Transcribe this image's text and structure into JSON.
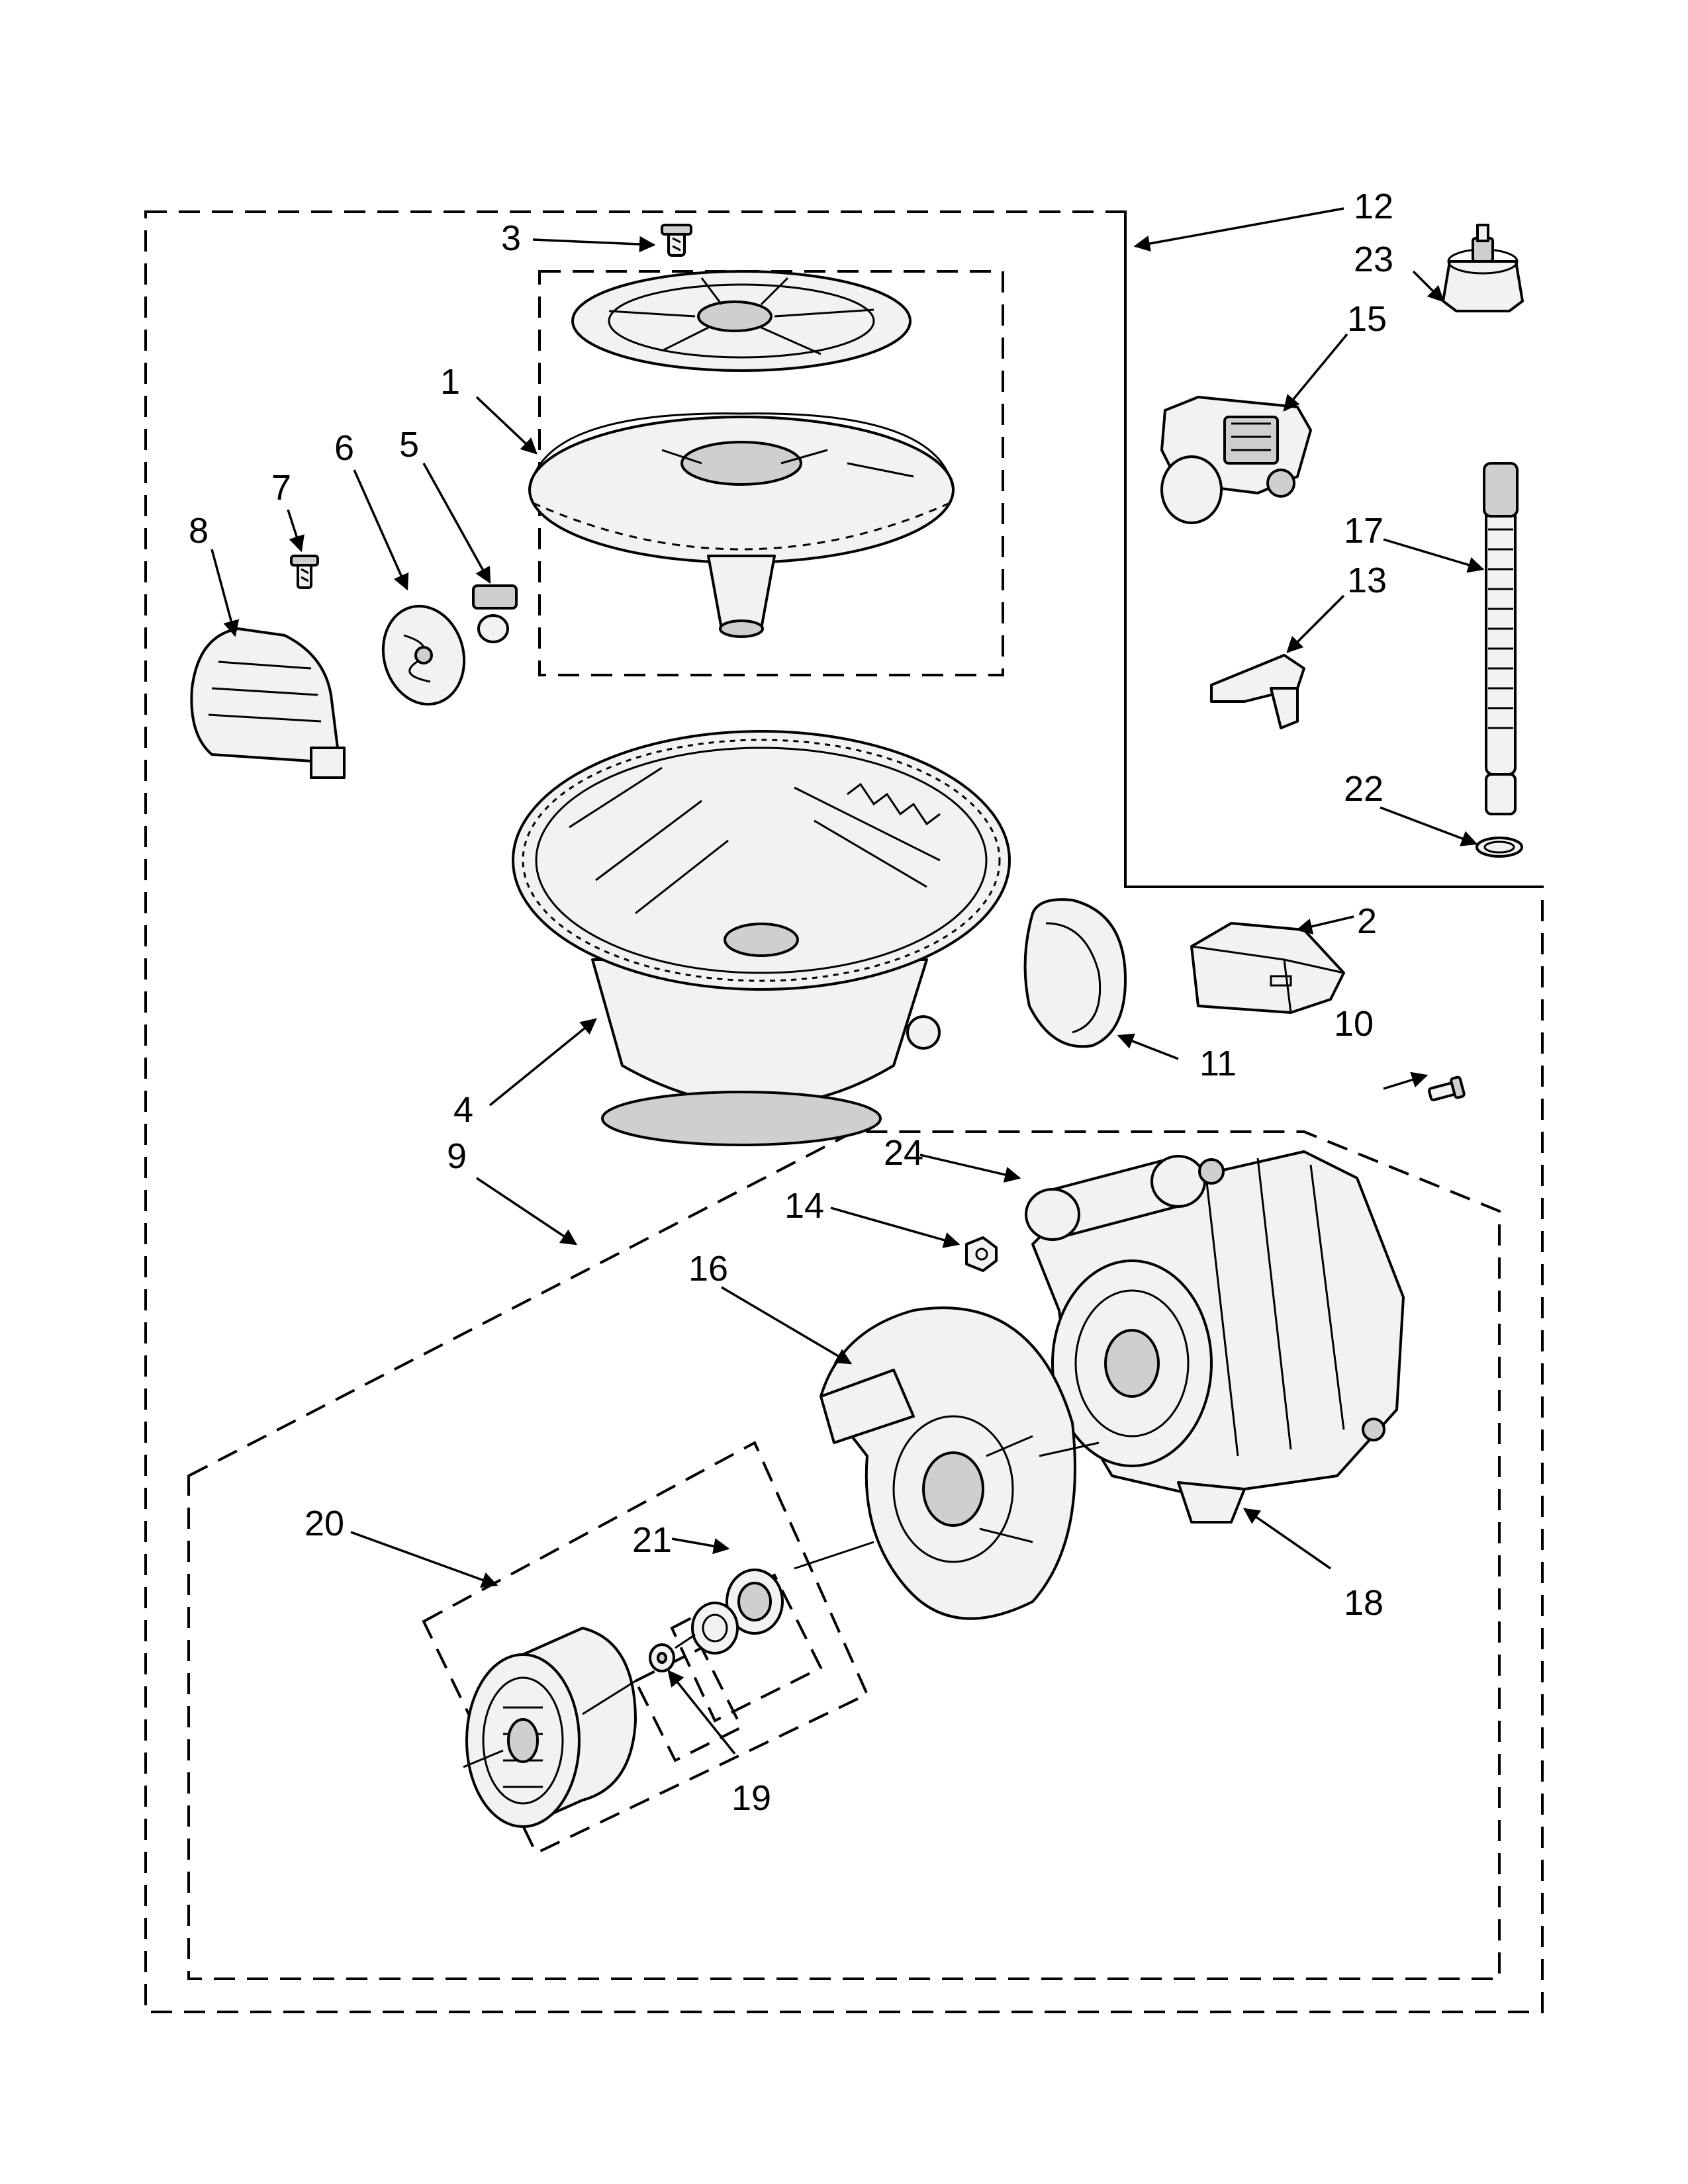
{
  "labels": [
    {
      "id": "1",
      "text": "1"
    },
    {
      "id": "2",
      "text": "2"
    },
    {
      "id": "3",
      "text": "3"
    },
    {
      "id": "4",
      "text": "4"
    },
    {
      "id": "5",
      "text": "5"
    },
    {
      "id": "6",
      "text": "6"
    },
    {
      "id": "7",
      "text": "7"
    },
    {
      "id": "8",
      "text": "8"
    },
    {
      "id": "9",
      "text": "9"
    },
    {
      "id": "10",
      "text": "10"
    },
    {
      "id": "11",
      "text": "11"
    },
    {
      "id": "12",
      "text": "12"
    },
    {
      "id": "13",
      "text": "13"
    },
    {
      "id": "14",
      "text": "14"
    },
    {
      "id": "15",
      "text": "15"
    },
    {
      "id": "16",
      "text": "16"
    },
    {
      "id": "17",
      "text": "17"
    },
    {
      "id": "18",
      "text": "18"
    },
    {
      "id": "19",
      "text": "19"
    },
    {
      "id": "20",
      "text": "20"
    },
    {
      "id": "21",
      "text": "21"
    },
    {
      "id": "22",
      "text": "22"
    },
    {
      "id": "23",
      "text": "23"
    },
    {
      "id": "24",
      "text": "24"
    }
  ]
}
